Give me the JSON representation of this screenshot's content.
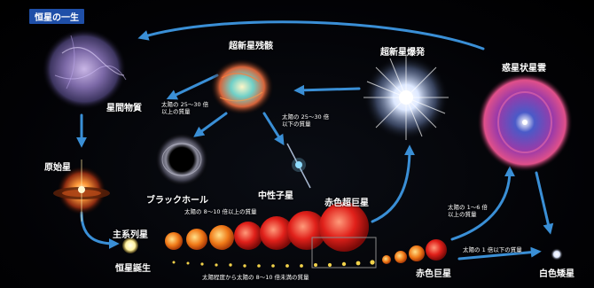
{
  "title": "恒星の一生",
  "stages": {
    "interstellar": "星間物質",
    "protostar": "原始星",
    "main_sequence": "主系列星",
    "star_birth": "恒星誕生",
    "supernova_remnant": "超新星残骸",
    "supernova": "超新星爆発",
    "planetary_nebula": "惑星状星雲",
    "black_hole": "ブラックホール",
    "neutron_star": "中性子星",
    "red_supergiant": "赤色超巨星",
    "red_giant": "赤色巨星",
    "white_dwarf": "白色矮星"
  },
  "mass_notes": {
    "bh_mass_line1": "太陽の 25〜30 倍",
    "bh_mass_line2": "以上の質量",
    "ns_mass_line1": "太陽の 25〜30 倍",
    "ns_mass_line2": "以下の質量",
    "supergiant_mass": "太陽の 8〜10 倍以上の質量",
    "pn_mass_line1": "太陽の 1〜6 倍",
    "pn_mass_line2": "以上の質量",
    "wd_mass": "太陽の 1 倍以下の質量",
    "low_mass": "太陽程度から太陽の 8〜10 倍未満の質量"
  },
  "colors": {
    "arrow": "#3a8fd6",
    "title_bg": "#1f4fa8"
  }
}
